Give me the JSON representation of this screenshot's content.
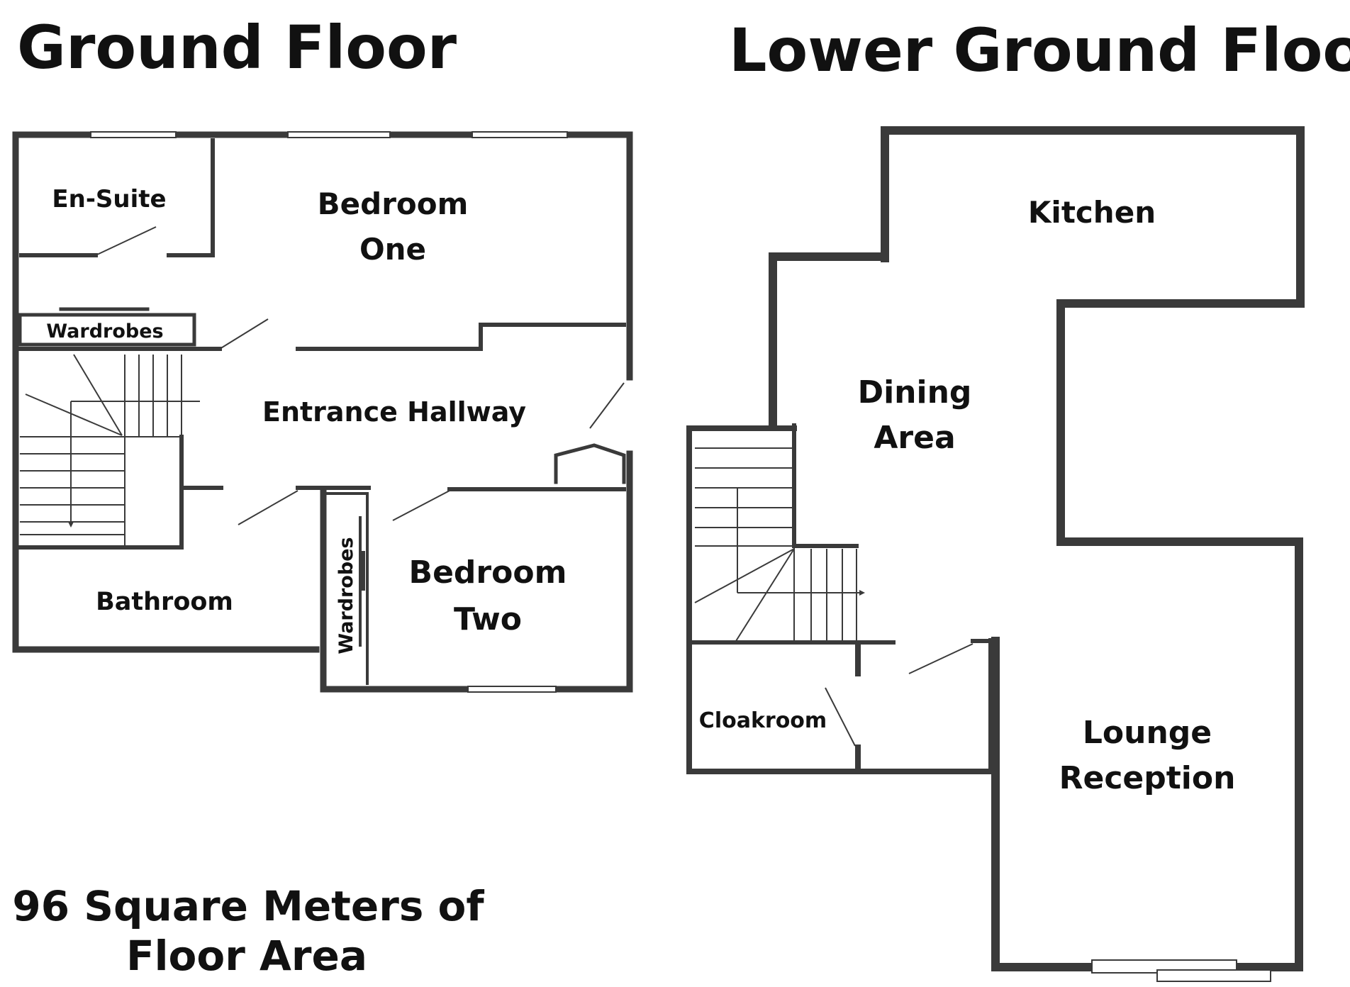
{
  "titles": {
    "ground_floor": "Ground Floor",
    "lower_ground_floor": "Lower Ground Floor"
  },
  "ground_floor_rooms": {
    "en_suite": "En-Suite",
    "bedroom_one_line1": "Bedroom",
    "bedroom_one_line2": "One",
    "wardrobes_top": "Wardrobes",
    "entrance_hallway": "Entrance Hallway",
    "bathroom": "Bathroom",
    "wardrobes_side": "Wardrobes",
    "bedroom_two_line1": "Bedroom",
    "bedroom_two_line2": "Two"
  },
  "lower_ground_floor_rooms": {
    "kitchen": "Kitchen",
    "dining_line1": "Dining",
    "dining_line2": "Area",
    "cloakroom": "Cloakroom",
    "lounge_line1": "Lounge",
    "lounge_line2": "Reception"
  },
  "floor_area": {
    "line1": "96 Square Meters of",
    "line2": "Floor Area"
  },
  "colors": {
    "wall": "#3a3a3a",
    "text": "#111111",
    "background": "#ffffff"
  }
}
